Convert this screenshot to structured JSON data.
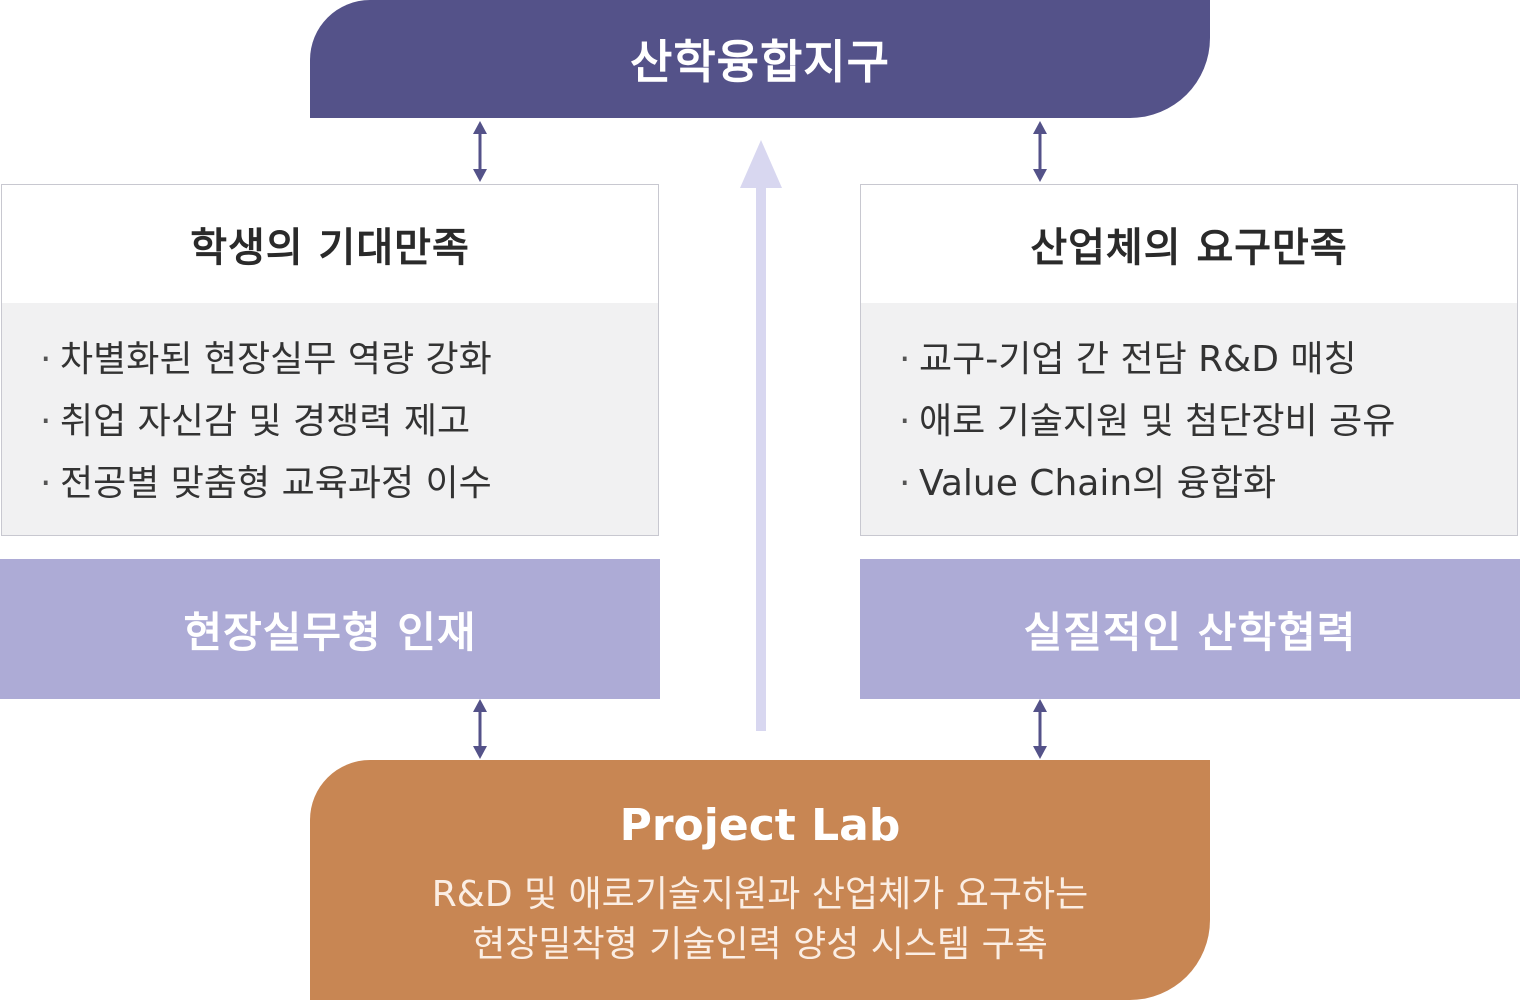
{
  "top": {
    "title": "산학융합지구"
  },
  "left_panel": {
    "title": "학생의 기대만족",
    "items": [
      "차별화된 현장실무 역량 강화",
      "취업 자신감 및 경쟁력 제고",
      "전공별 맞춤형 교육과정 이수"
    ],
    "band": "현장실무형 인재"
  },
  "right_panel": {
    "title": "산업체의 요구만족",
    "items": [
      "교구-기업 간 전담 R&D 매칭",
      "애로 기술지원 및 첨단장비 공유",
      "Value Chain의 융합화"
    ],
    "band": "실질적인 산학협력"
  },
  "bottom": {
    "title": "Project Lab",
    "desc_line1": "R&D 및 애로기술지원과 산업체가 요구하는",
    "desc_line2": "현장밀착형 기술인력 양성 시스템 구축"
  },
  "colors": {
    "top_box": "#545289",
    "band": "#adabd6",
    "bottom_box": "#c88653",
    "arrow": "#545289",
    "center_arrow": "#d8d7f0"
  }
}
